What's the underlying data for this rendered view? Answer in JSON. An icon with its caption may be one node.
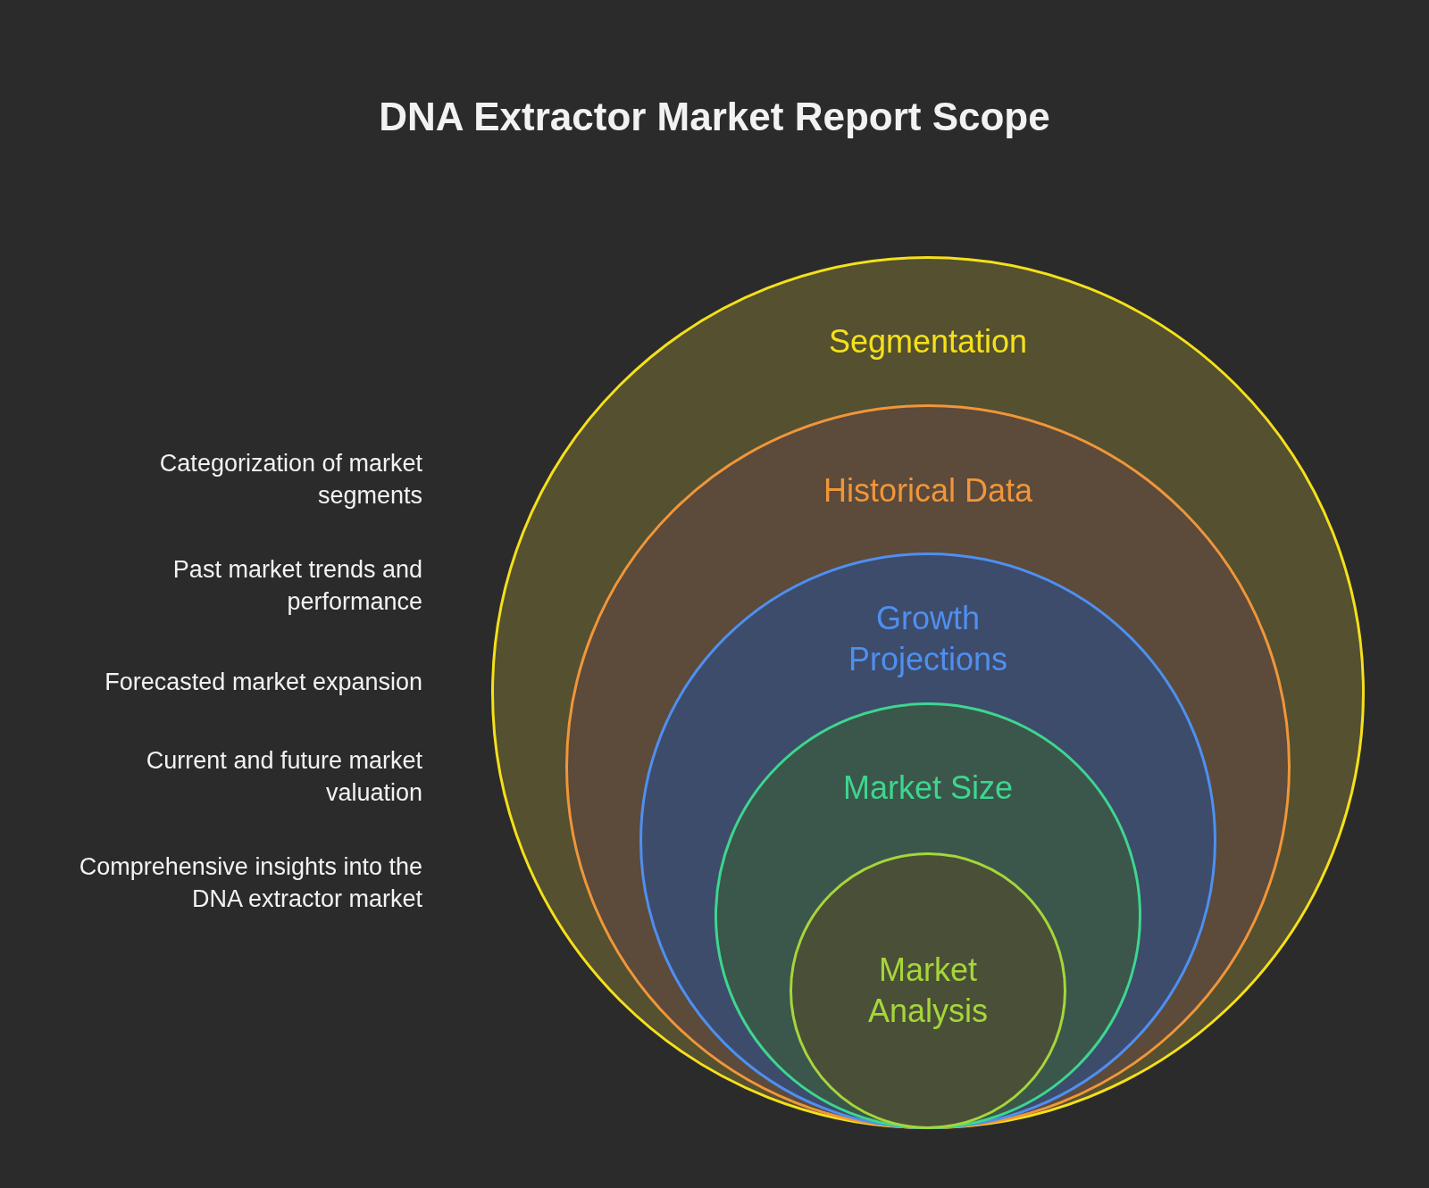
{
  "diagram": {
    "title": "DNA Extractor Market Report Scope",
    "nodes": [
      {
        "text": [
          "Segmentation"
        ]
      },
      {
        "text": [
          "Historical Data"
        ],
        "in": 0
      },
      {
        "text": [
          "Growth Projections"
        ],
        "in": 1
      },
      {
        "text": [
          "Market Size"
        ],
        "in": 2
      },
      {
        "text": [
          "Market Analysis"
        ],
        "in": 3
      }
    ],
    "labels": [
      "Categorization of market segments",
      "Past market trends and performance",
      "Forecasted market expansion",
      "Current and future market valuation",
      "Comprehensive insights into the DNA extractor market"
    ]
  }
}
